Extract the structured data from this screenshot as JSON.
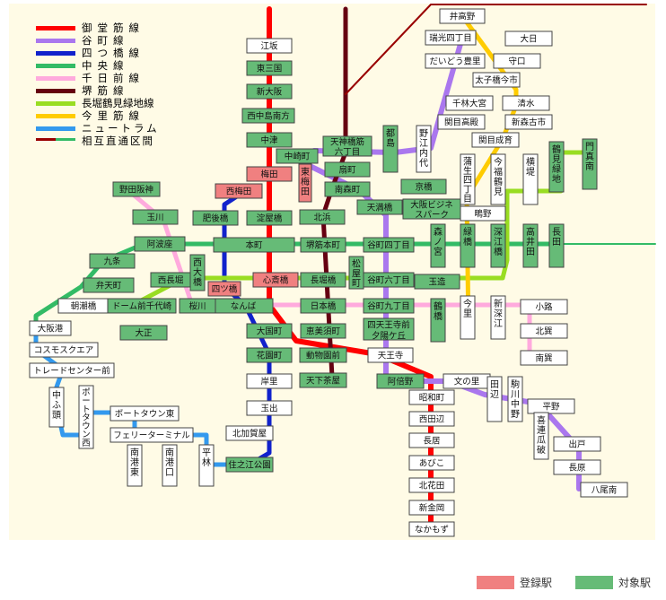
{
  "legend": {
    "items": [
      {
        "label": "御堂筋線",
        "color": "#ff0000"
      },
      {
        "label": "谷町線",
        "color": "#aa77ee"
      },
      {
        "label": "四つ橋線",
        "color": "#1122cc"
      },
      {
        "label": "中央線",
        "color": "#33bb66"
      },
      {
        "label": "千日前線",
        "color": "#ffaadd"
      },
      {
        "label": "堺筋線",
        "color": "#660011"
      },
      {
        "label": "長堀鶴見緑地線",
        "color": "#99dd22"
      },
      {
        "label": "今里筋線",
        "color": "#ffcc00"
      },
      {
        "label": "ニュートラム",
        "color": "#3399ee"
      },
      {
        "label": "相互直通区間",
        "color": "#990000"
      }
    ]
  },
  "keys": {
    "registered": "登録駅",
    "target": "対象駅"
  },
  "colors": {
    "registered": "#f08080",
    "target": "#66bb77",
    "plain": "#ffffff",
    "background": "#fffbe6"
  },
  "stations": [
    {
      "name": "江坂",
      "type": "plain"
    },
    {
      "name": "東三国",
      "type": "target"
    },
    {
      "name": "新大阪",
      "type": "target"
    },
    {
      "name": "西中島南方",
      "type": "target"
    },
    {
      "name": "中津",
      "type": "target"
    },
    {
      "name": "梅田",
      "type": "registered"
    },
    {
      "name": "西梅田",
      "type": "registered"
    },
    {
      "name": "東梅田",
      "type": "registered"
    },
    {
      "name": "淀屋橋",
      "type": "target"
    },
    {
      "name": "肥後橋",
      "type": "target"
    },
    {
      "name": "本町",
      "type": "target"
    },
    {
      "name": "心斎橋",
      "type": "registered"
    },
    {
      "name": "四ツ橋",
      "type": "registered"
    },
    {
      "name": "なんば",
      "type": "target"
    },
    {
      "name": "大国町",
      "type": "target"
    },
    {
      "name": "花園町",
      "type": "target"
    },
    {
      "name": "岸里",
      "type": "plain"
    },
    {
      "name": "玉出",
      "type": "plain"
    },
    {
      "name": "北加賀屋",
      "type": "plain"
    },
    {
      "name": "住之江公園",
      "type": "target"
    },
    {
      "name": "動物園前",
      "type": "target"
    },
    {
      "name": "天王寺",
      "type": "plain"
    },
    {
      "name": "昭和町",
      "type": "plain"
    },
    {
      "name": "西田辺",
      "type": "plain"
    },
    {
      "name": "長居",
      "type": "plain"
    },
    {
      "name": "あびこ",
      "type": "plain"
    },
    {
      "name": "北花田",
      "type": "plain"
    },
    {
      "name": "新金岡",
      "type": "plain"
    },
    {
      "name": "なかもず",
      "type": "plain"
    },
    {
      "name": "天神橋筋六丁目",
      "type": "target"
    },
    {
      "name": "中崎町",
      "type": "target"
    },
    {
      "name": "扇町",
      "type": "target"
    },
    {
      "name": "南森町",
      "type": "target"
    },
    {
      "name": "天満橋",
      "type": "target"
    },
    {
      "name": "北浜",
      "type": "target"
    },
    {
      "name": "堺筋本町",
      "type": "target"
    },
    {
      "name": "谷町四丁目",
      "type": "target"
    },
    {
      "name": "松屋町",
      "type": "target"
    },
    {
      "name": "長堀橋",
      "type": "target"
    },
    {
      "name": "谷町六丁目",
      "type": "target"
    },
    {
      "name": "日本橋",
      "type": "target"
    },
    {
      "name": "谷町九丁目",
      "type": "target"
    },
    {
      "name": "恵美須町",
      "type": "target"
    },
    {
      "name": "四天王寺前夕陽ケ丘",
      "type": "target"
    },
    {
      "name": "天下茶屋",
      "type": "target"
    },
    {
      "name": "阿倍野",
      "type": "target"
    },
    {
      "name": "文の里",
      "type": "plain"
    },
    {
      "name": "田辺",
      "type": "plain"
    },
    {
      "name": "駒川中野",
      "type": "plain"
    },
    {
      "name": "平野",
      "type": "plain"
    },
    {
      "name": "喜連瓜破",
      "type": "plain"
    },
    {
      "name": "出戸",
      "type": "plain"
    },
    {
      "name": "長原",
      "type": "plain"
    },
    {
      "name": "八尾南",
      "type": "plain"
    },
    {
      "name": "都島",
      "type": "target"
    },
    {
      "name": "野江内代",
      "type": "plain"
    },
    {
      "name": "関目高殿",
      "type": "plain"
    },
    {
      "name": "千林大宮",
      "type": "plain"
    },
    {
      "name": "太子橋今市",
      "type": "plain"
    },
    {
      "name": "守口",
      "type": "plain"
    },
    {
      "name": "大日",
      "type": "plain"
    },
    {
      "name": "清水",
      "type": "plain"
    },
    {
      "name": "新森古市",
      "type": "plain"
    },
    {
      "name": "関目成育",
      "type": "plain"
    },
    {
      "name": "だいどう豊里",
      "type": "plain"
    },
    {
      "name": "瑞光四丁目",
      "type": "plain"
    },
    {
      "name": "井高野",
      "type": "plain"
    },
    {
      "name": "京橋",
      "type": "target"
    },
    {
      "name": "大阪ビジネスパーク",
      "type": "target"
    },
    {
      "name": "鴫野",
      "type": "plain"
    },
    {
      "name": "蒲生四丁目",
      "type": "plain"
    },
    {
      "name": "今福鶴見",
      "type": "plain"
    },
    {
      "name": "横堤",
      "type": "plain"
    },
    {
      "name": "鶴見緑地",
      "type": "target"
    },
    {
      "name": "門真南",
      "type": "target"
    },
    {
      "name": "森ノ宮",
      "type": "target"
    },
    {
      "name": "緑橋",
      "type": "target"
    },
    {
      "name": "深江橋",
      "type": "target"
    },
    {
      "name": "高井田",
      "type": "target"
    },
    {
      "name": "長田",
      "type": "target"
    },
    {
      "name": "玉造",
      "type": "target"
    },
    {
      "name": "鶴橋",
      "type": "target"
    },
    {
      "name": "今里",
      "type": "plain"
    },
    {
      "name": "新深江",
      "type": "plain"
    },
    {
      "name": "小路",
      "type": "plain"
    },
    {
      "name": "北巽",
      "type": "plain"
    },
    {
      "name": "南巽",
      "type": "plain"
    },
    {
      "name": "野田阪神",
      "type": "target"
    },
    {
      "name": "玉川",
      "type": "target"
    },
    {
      "name": "阿波座",
      "type": "target"
    },
    {
      "name": "九条",
      "type": "target"
    },
    {
      "name": "弁天町",
      "type": "target"
    },
    {
      "name": "朝潮橋",
      "type": "plain"
    },
    {
      "name": "大阪港",
      "type": "plain"
    },
    {
      "name": "西長堀",
      "type": "target"
    },
    {
      "name": "西大橋",
      "type": "target"
    },
    {
      "name": "ドーム前千代崎",
      "type": "target"
    },
    {
      "name": "桜川",
      "type": "target"
    },
    {
      "name": "大正",
      "type": "target"
    },
    {
      "name": "コスモスクエア",
      "type": "plain"
    },
    {
      "name": "トレードセンター前",
      "type": "plain"
    },
    {
      "name": "中ふ頭",
      "type": "plain"
    },
    {
      "name": "ポートタウン西",
      "type": "plain"
    },
    {
      "name": "ポートタウン東",
      "type": "plain"
    },
    {
      "name": "フェリーターミナル",
      "type": "plain"
    },
    {
      "name": "南港東",
      "type": "plain"
    },
    {
      "name": "南港口",
      "type": "plain"
    },
    {
      "name": "平林",
      "type": "plain"
    }
  ]
}
